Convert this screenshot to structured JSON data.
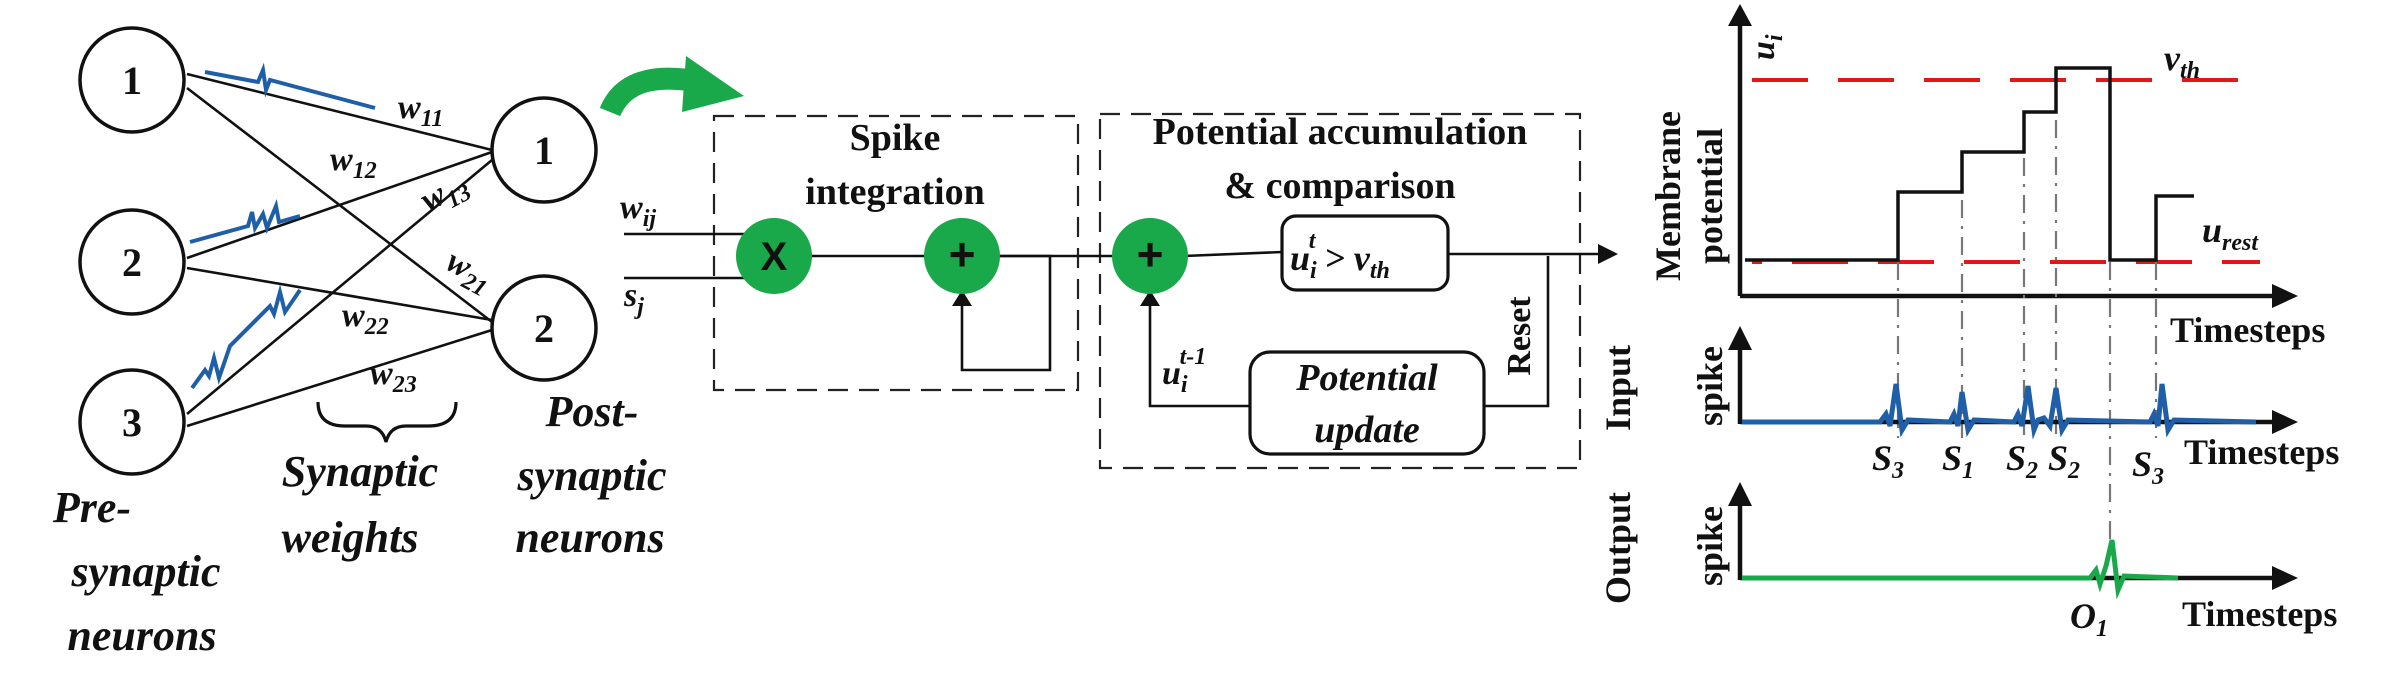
{
  "network": {
    "pre_nodes": [
      "1",
      "2",
      "3"
    ],
    "post_nodes": [
      "1",
      "2"
    ],
    "weights": {
      "w11": {
        "base": "w",
        "sub": "11"
      },
      "w12": {
        "base": "w",
        "sub": "12"
      },
      "w13": {
        "base": "w",
        "sub": "13"
      },
      "w21": {
        "base": "w",
        "sub": "21"
      },
      "w22": {
        "base": "w",
        "sub": "22"
      },
      "w23": {
        "base": "w",
        "sub": "23"
      }
    },
    "captions": {
      "pre_line1": "Pre-",
      "pre_line2": "synaptic",
      "pre_line3": "neurons",
      "syn_line1": "Synaptic",
      "syn_line2": "weights",
      "post_line1": "Post-",
      "post_line2": "synaptic",
      "post_line3": "neurons"
    }
  },
  "block": {
    "input_w": {
      "base": "w",
      "sub": "ij"
    },
    "input_s": {
      "base": "s",
      "sub": "j"
    },
    "multiply_symbol": "X",
    "add_symbol": "+",
    "spike_title_1": "Spike",
    "spike_title_2": "integration",
    "pot_title_1": "Potential accumulation",
    "pot_title_2": "& comparison",
    "compare": {
      "u": "u",
      "u_sub": "i",
      "u_sup": "t",
      "rest": " > v",
      "v_sub": "th"
    },
    "update_1": "Potential",
    "update_2": "update",
    "feedback": {
      "u": "u",
      "sub": "i",
      "sup": "t-1"
    },
    "reset": "Reset"
  },
  "plots": {
    "membrane": {
      "ylabel_1": "Membrane",
      "ylabel_2": "potential",
      "yvar": {
        "base": "u",
        "sub": "i"
      },
      "vth": {
        "base": "v",
        "sub": "th"
      },
      "urest": {
        "base": "u",
        "sub": "rest"
      },
      "xlabel": "Timesteps"
    },
    "input": {
      "ylabel_1": "Input",
      "ylabel_2": "spike",
      "xlabel": "Timesteps",
      "spike_labels": [
        {
          "base": "S",
          "sub": "3"
        },
        {
          "base": "S",
          "sub": "1"
        },
        {
          "base": "S",
          "sub": "2"
        },
        {
          "base": "S",
          "sub": "2"
        },
        {
          "base": "S",
          "sub": "3"
        }
      ]
    },
    "output": {
      "ylabel_1": "Output",
      "ylabel_2": "spike",
      "xlabel": "Timesteps",
      "spike_label": {
        "base": "O",
        "sub": "1"
      }
    }
  },
  "colors": {
    "green": "#19a84a",
    "blue": "#1f5fa8",
    "red": "#e01818",
    "black": "#111111"
  }
}
